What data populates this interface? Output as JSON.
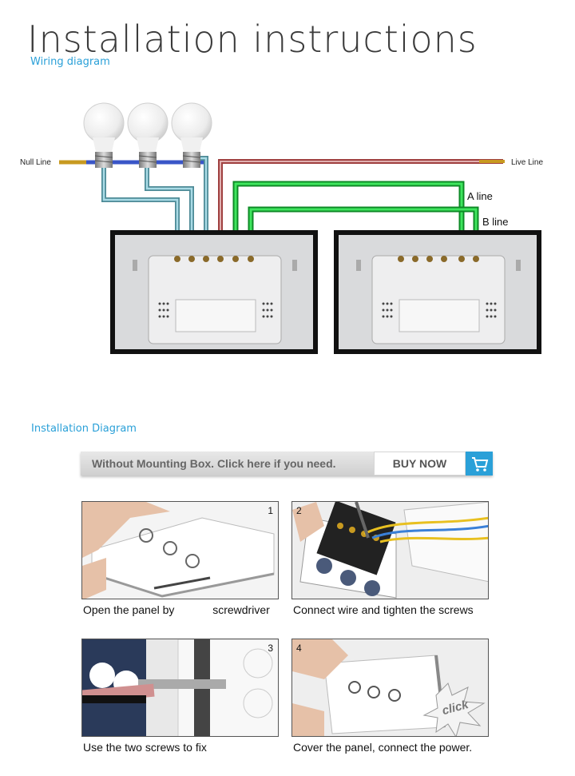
{
  "header": {
    "title": "Installation instructions",
    "wiring_label": "Wiring diagram",
    "install_label": "Installation Diagram"
  },
  "diagram": {
    "null_line": "Null Line",
    "live_line": "Live Line",
    "a_line": "A line",
    "b_line": "B line",
    "colors": {
      "live": "#a04040",
      "neutral": "#3a56c8",
      "lamp_wire": "#7ab8c8",
      "a_b": "#1fc23a"
    }
  },
  "banner": {
    "text": "Without Mounting Box. Click here if you need.",
    "buy_label": "BUY NOW",
    "icon": "cart-icon"
  },
  "steps": [
    {
      "number": "1",
      "caption_a": "Open the panel by",
      "caption_b": "screwdriver"
    },
    {
      "number": "2",
      "caption": "Connect wire and tighten the screws"
    },
    {
      "number": "3",
      "caption": "Use the two screws to fix"
    },
    {
      "number": "4",
      "caption": "Cover the panel, connect the power.",
      "click_badge": "click"
    }
  ]
}
